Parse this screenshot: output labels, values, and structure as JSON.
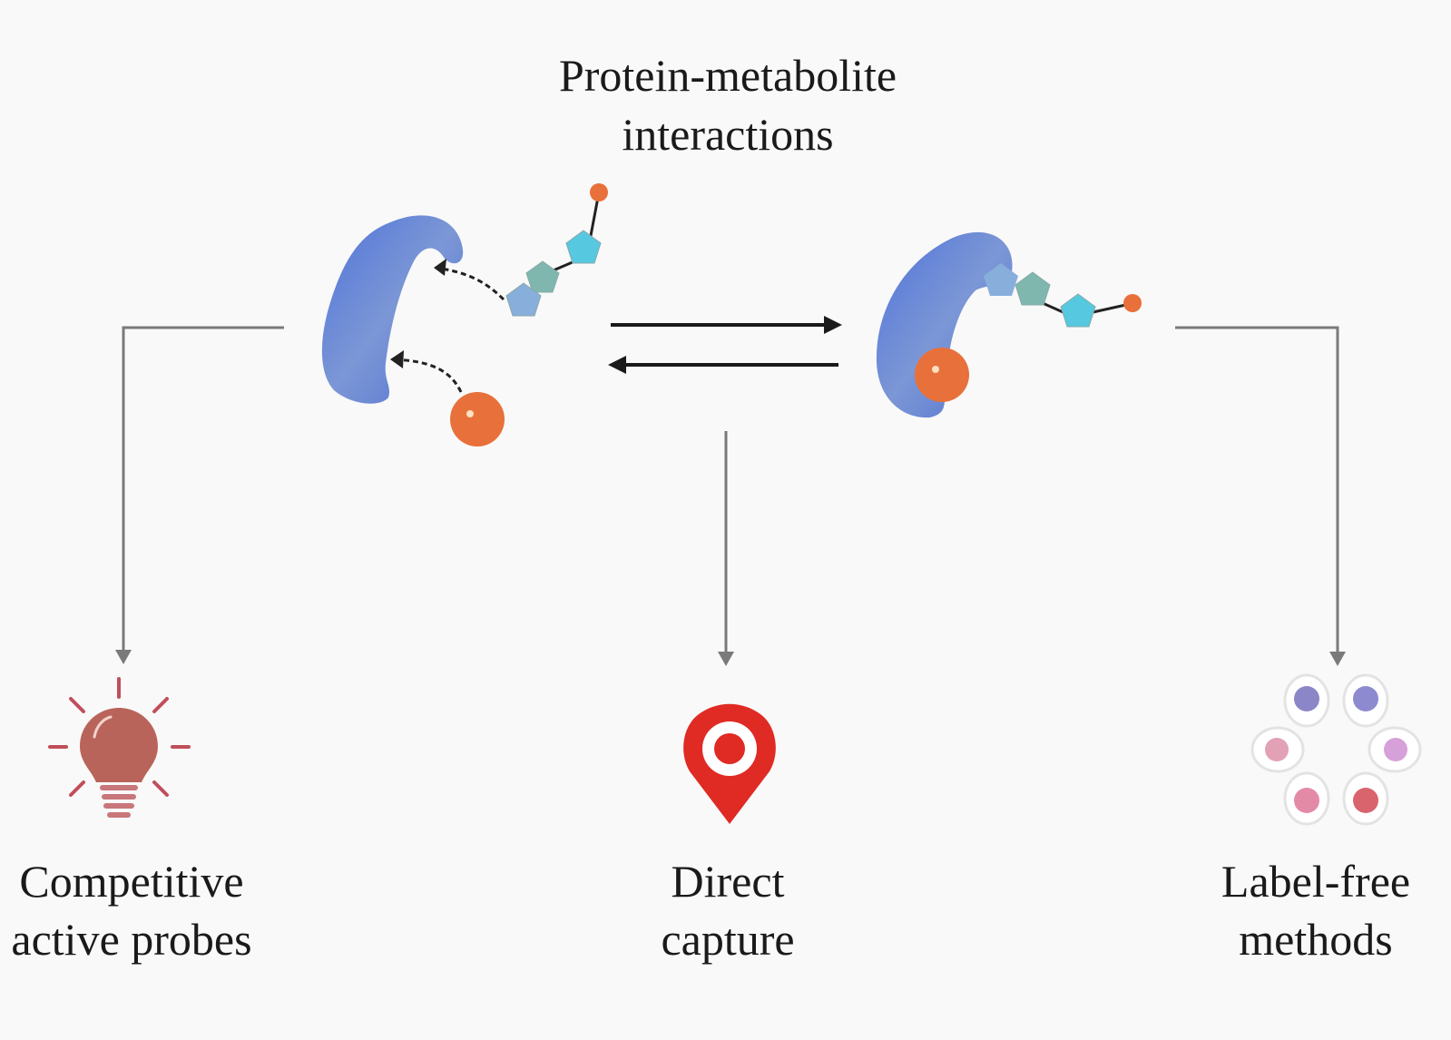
{
  "title": {
    "line1": "Protein-metabolite",
    "line2": "interactions"
  },
  "methods": [
    {
      "line1": "Competitive",
      "line2": "active probes",
      "icon": "lightbulb-icon"
    },
    {
      "line1": "Direct",
      "line2": "capture",
      "icon": "target-pin-icon"
    },
    {
      "line1": "Label-free",
      "line2": "methods",
      "icon": "cell-flower-icon"
    }
  ],
  "colors": {
    "protein": "#5b7fd6",
    "protein_light": "#8fa6d8",
    "metabolite": "#e8703a",
    "connector": "#7a7a7a",
    "equilibrium_arrow": "#1a1a1a",
    "bulb": "#b9645a",
    "pin": "#e02a24"
  }
}
